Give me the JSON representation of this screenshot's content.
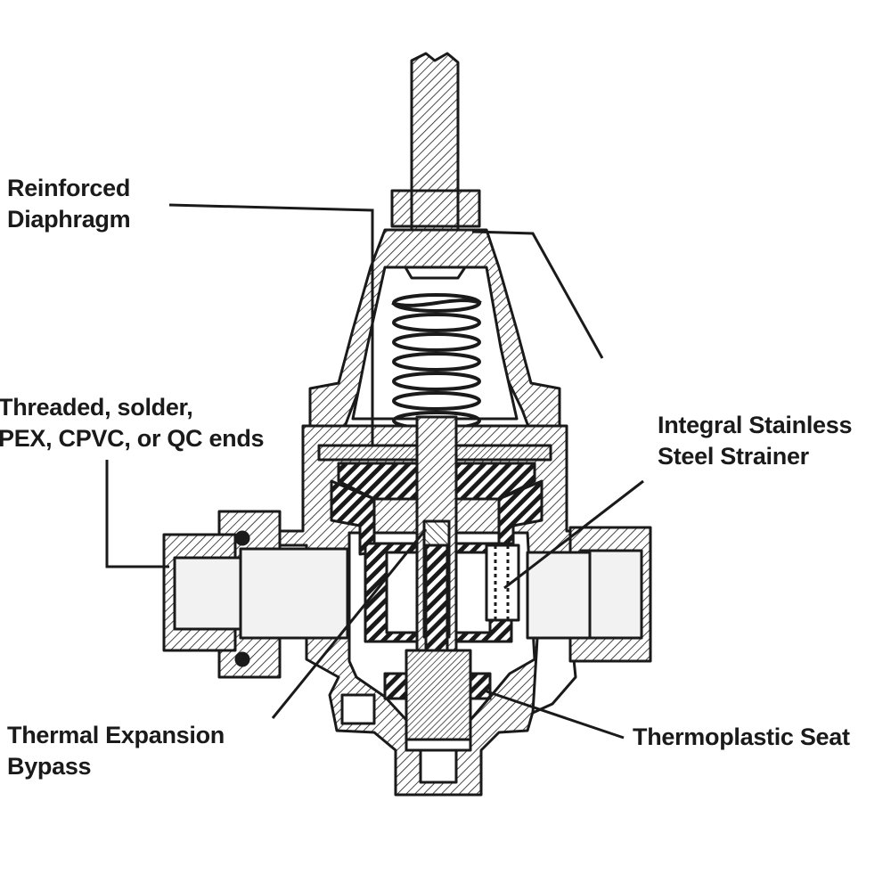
{
  "colors": {
    "ink": "#1a1a1a",
    "background": "#ffffff",
    "bore": "#f2f2f2"
  },
  "labels": {
    "reinforced_diaphragm": {
      "line1": "Reinforced",
      "line2": "Diaphragm"
    },
    "ends": {
      "line1": "Threaded, solder,",
      "line2": "PEX, CPVC, or QC ends"
    },
    "strainer": {
      "line1": "Integral Stainless",
      "line2": "Steel Strainer"
    },
    "bypass": {
      "line1": "Thermal Expansion",
      "line2": "Bypass"
    },
    "seat": {
      "line1": "Thermoplastic Seat"
    }
  }
}
